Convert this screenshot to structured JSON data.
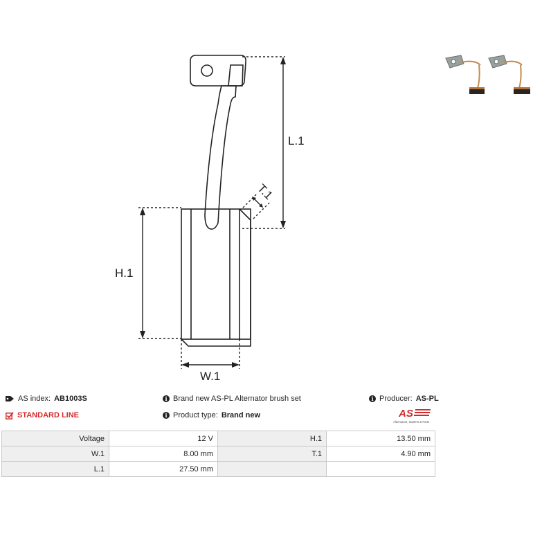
{
  "drawing": {
    "labels": {
      "l1": "L.1",
      "h1": "H.1",
      "w1": "W.1",
      "t1": "T.1"
    }
  },
  "info": {
    "as_index_label": "AS index:",
    "as_index_value": "AB1003S",
    "description": "Brand new AS-PL Alternator brush set",
    "producer_label": "Producer:",
    "producer_value": "AS-PL",
    "standard_line": "STANDARD LINE",
    "product_type_label": "Product type:",
    "product_type_value": "Brand new"
  },
  "logo": {
    "mark": "AS",
    "tagline": "Alternators, Starters & Parts"
  },
  "specs": {
    "rows": [
      [
        {
          "label": "Voltage",
          "value": "12 V"
        },
        {
          "label": "H.1",
          "value": "13.50 mm"
        }
      ],
      [
        {
          "label": "W.1",
          "value": "8.00 mm"
        },
        {
          "label": "T.1",
          "value": "4.90 mm"
        }
      ],
      [
        {
          "label": "L.1",
          "value": "27.50 mm"
        },
        {
          "label": "",
          "value": ""
        }
      ]
    ]
  },
  "colors": {
    "accent_red": "#d32b2b",
    "line": "#222222",
    "table_border": "#c9c9c9",
    "label_bg": "#efefef"
  },
  "icons": {
    "tag": "tag-icon",
    "info": "info-icon",
    "check": "checkbox-icon"
  }
}
